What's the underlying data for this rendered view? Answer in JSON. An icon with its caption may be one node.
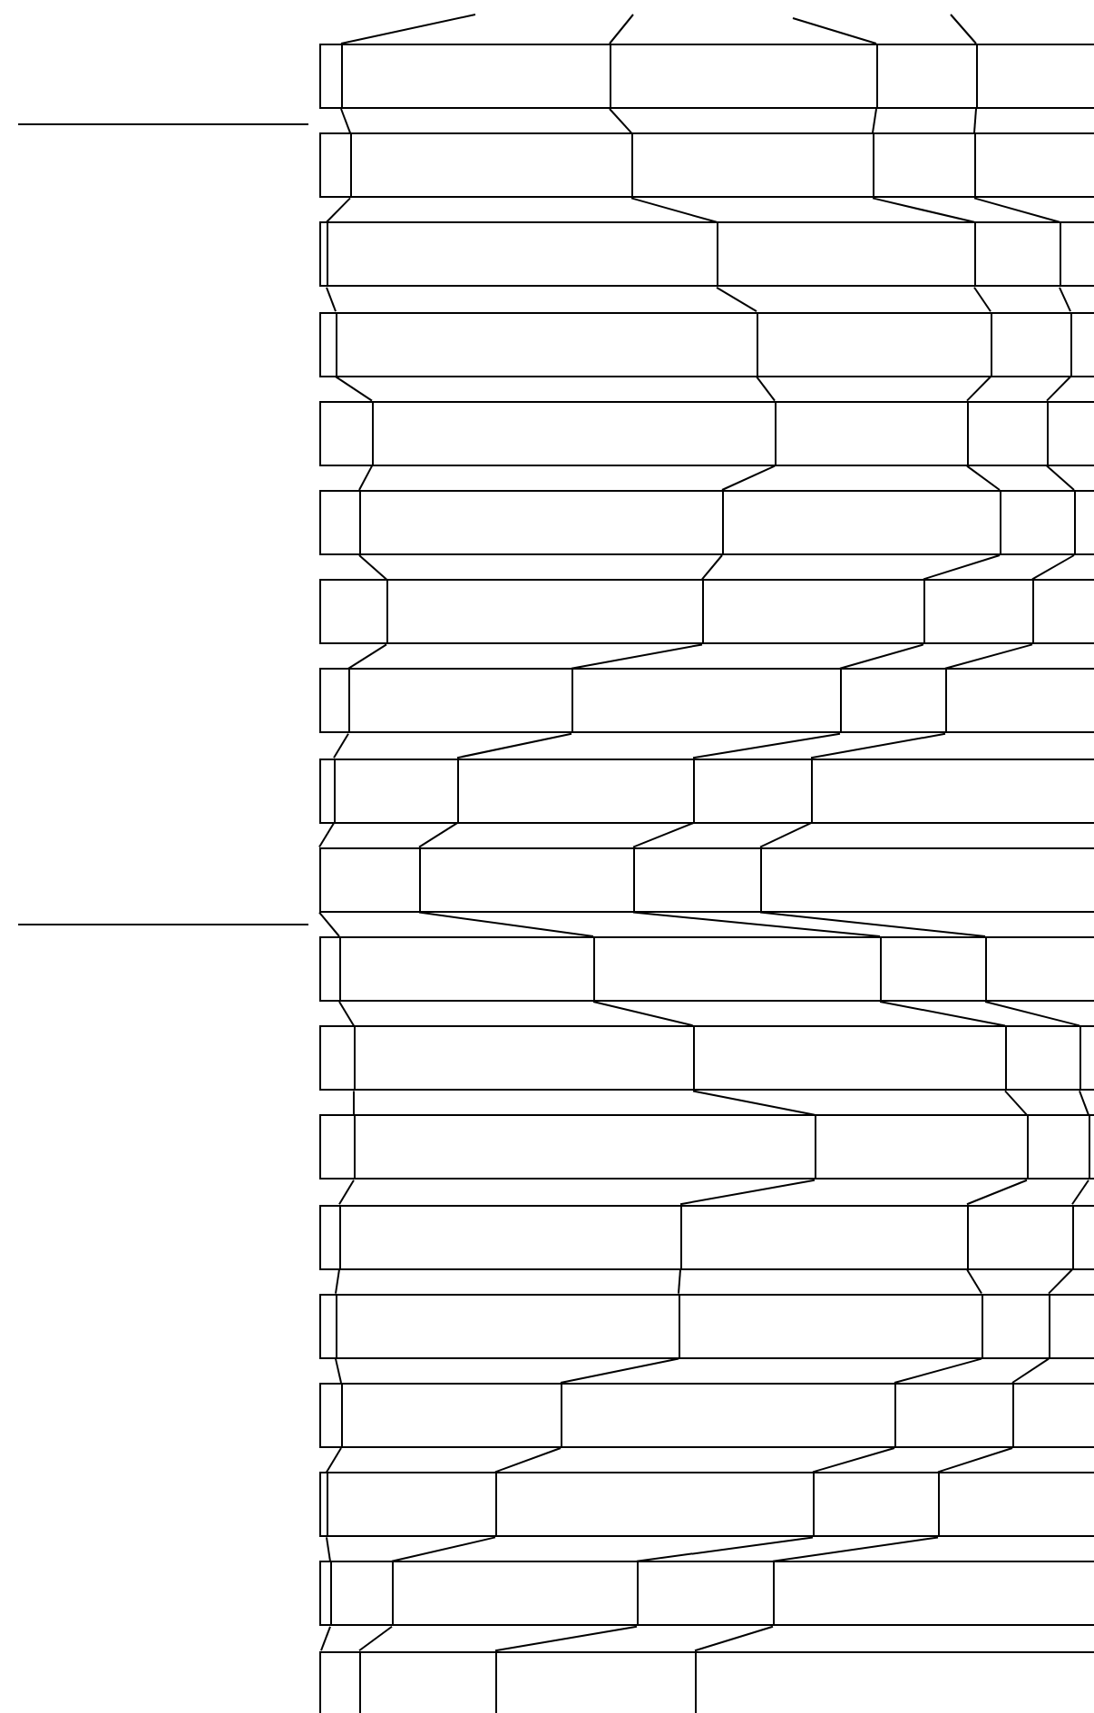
{
  "diagram": {
    "nodes": [
      {
        "text": [],
        "shape": "bar"
      },
      {
        "text": [],
        "shape": "bar"
      },
      {
        "text": [],
        "shape": "bar"
      },
      {
        "text": [],
        "shape": "bar"
      },
      {
        "text": [],
        "shape": "bar"
      },
      {
        "text": [],
        "shape": "bar"
      },
      {
        "text": [],
        "shape": "bar"
      },
      {
        "text": [],
        "shape": "bar"
      },
      {
        "text": [],
        "shape": "bar"
      },
      {
        "text": [],
        "shape": "bar"
      },
      {
        "text": [],
        "shape": "bar"
      },
      {
        "text": [],
        "shape": "bar"
      },
      {
        "text": [],
        "shape": "bar"
      },
      {
        "text": [],
        "shape": "bar"
      },
      {
        "text": [],
        "shape": "bar"
      },
      {
        "text": [],
        "shape": "bar"
      },
      {
        "text": [],
        "shape": "bar"
      },
      {
        "text": [],
        "shape": "bar"
      },
      {
        "text": [],
        "shape": "bar"
      }
    ],
    "edges": [
      {
        "from": null,
        "to": 0,
        "arrow": "none"
      },
      {
        "from": null,
        "to": 0,
        "arrow": "none"
      },
      {
        "from": null,
        "to": 0,
        "arrow": "none"
      },
      {
        "from": null,
        "to": 0,
        "arrow": "none"
      },
      {
        "from": 0,
        "to": 1,
        "arrow": "none"
      },
      {
        "from": 0,
        "to": 1,
        "arrow": "none"
      },
      {
        "from": 0,
        "to": 1,
        "arrow": "none"
      },
      {
        "from": 0,
        "to": 1,
        "arrow": "none"
      },
      {
        "from": 1,
        "to": 2,
        "arrow": "none"
      },
      {
        "from": 1,
        "to": 2,
        "arrow": "none"
      },
      {
        "from": 1,
        "to": 2,
        "arrow": "none"
      },
      {
        "from": 1,
        "to": 2,
        "arrow": "none"
      },
      {
        "from": 2,
        "to": 3,
        "arrow": "none"
      },
      {
        "from": 2,
        "to": 3,
        "arrow": "none"
      },
      {
        "from": 2,
        "to": 3,
        "arrow": "none"
      },
      {
        "from": 2,
        "to": 3,
        "arrow": "none"
      },
      {
        "from": 3,
        "to": 4,
        "arrow": "none"
      },
      {
        "from": 3,
        "to": 4,
        "arrow": "none"
      },
      {
        "from": 3,
        "to": 4,
        "arrow": "none"
      },
      {
        "from": 3,
        "to": 4,
        "arrow": "none"
      },
      {
        "from": 4,
        "to": 5,
        "arrow": "none"
      },
      {
        "from": 4,
        "to": 5,
        "arrow": "none"
      },
      {
        "from": 4,
        "to": 5,
        "arrow": "none"
      },
      {
        "from": 4,
        "to": 5,
        "arrow": "none"
      },
      {
        "from": 5,
        "to": 6,
        "arrow": "none"
      },
      {
        "from": 5,
        "to": 6,
        "arrow": "none"
      },
      {
        "from": 5,
        "to": 6,
        "arrow": "none"
      },
      {
        "from": 5,
        "to": 6,
        "arrow": "none"
      },
      {
        "from": 6,
        "to": 7,
        "arrow": "none"
      },
      {
        "from": 6,
        "to": 7,
        "arrow": "none"
      },
      {
        "from": 6,
        "to": 7,
        "arrow": "none"
      },
      {
        "from": 6,
        "to": 7,
        "arrow": "none"
      },
      {
        "from": 7,
        "to": 8,
        "arrow": "none"
      },
      {
        "from": 7,
        "to": 8,
        "arrow": "none"
      },
      {
        "from": 7,
        "to": 8,
        "arrow": "none"
      },
      {
        "from": 7,
        "to": 8,
        "arrow": "none"
      },
      {
        "from": 8,
        "to": 9,
        "arrow": "none"
      },
      {
        "from": 8,
        "to": 9,
        "arrow": "none"
      },
      {
        "from": 8,
        "to": 9,
        "arrow": "none"
      },
      {
        "from": 8,
        "to": 9,
        "arrow": "none"
      },
      {
        "from": 9,
        "to": 10,
        "arrow": "none"
      },
      {
        "from": 9,
        "to": 10,
        "arrow": "none"
      },
      {
        "from": 9,
        "to": 10,
        "arrow": "none"
      },
      {
        "from": 9,
        "to": 10,
        "arrow": "none"
      },
      {
        "from": 10,
        "to": 11,
        "arrow": "none"
      },
      {
        "from": 10,
        "to": 11,
        "arrow": "none"
      },
      {
        "from": 10,
        "to": 11,
        "arrow": "none"
      },
      {
        "from": 10,
        "to": 11,
        "arrow": "none"
      },
      {
        "from": 11,
        "to": 12,
        "arrow": "none"
      },
      {
        "from": 11,
        "to": 12,
        "arrow": "none"
      },
      {
        "from": 11,
        "to": 12,
        "arrow": "none"
      },
      {
        "from": 11,
        "to": 12,
        "arrow": "none"
      },
      {
        "from": 12,
        "to": 13,
        "arrow": "none"
      },
      {
        "from": 12,
        "to": 13,
        "arrow": "none"
      },
      {
        "from": 12,
        "to": 13,
        "arrow": "none"
      },
      {
        "from": 12,
        "to": 13,
        "arrow": "none"
      },
      {
        "from": 13,
        "to": 14,
        "arrow": "none"
      },
      {
        "from": 13,
        "to": 14,
        "arrow": "none"
      },
      {
        "from": 13,
        "to": 14,
        "arrow": "none"
      },
      {
        "from": 13,
        "to": 14,
        "arrow": "none"
      },
      {
        "from": 14,
        "to": 15,
        "arrow": "none"
      },
      {
        "from": 14,
        "to": 15,
        "arrow": "none"
      },
      {
        "from": 14,
        "to": 15,
        "arrow": "none"
      },
      {
        "from": 14,
        "to": 15,
        "arrow": "none"
      },
      {
        "from": 15,
        "to": 16,
        "arrow": "none"
      },
      {
        "from": 15,
        "to": 16,
        "arrow": "none"
      },
      {
        "from": 15,
        "to": 16,
        "arrow": "none"
      },
      {
        "from": 15,
        "to": 16,
        "arrow": "none"
      },
      {
        "from": 16,
        "to": 17,
        "arrow": "none"
      },
      {
        "from": 16,
        "to": 17,
        "arrow": "none"
      },
      {
        "from": 16,
        "to": 17,
        "arrow": "none"
      },
      {
        "from": 16,
        "to": 17,
        "arrow": "none"
      },
      {
        "from": 17,
        "to": 18,
        "arrow": "none"
      },
      {
        "from": 17,
        "to": 18,
        "arrow": "none"
      },
      {
        "from": 17,
        "to": 18,
        "arrow": "none"
      },
      {
        "from": 17,
        "to": 18,
        "arrow": "none"
      }
    ]
  }
}
